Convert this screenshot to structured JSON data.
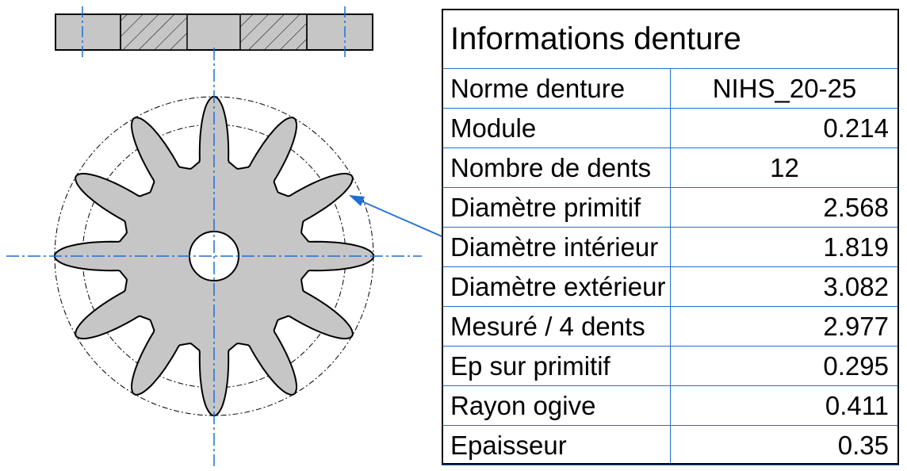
{
  "drawing": {
    "teeth_count": 12
  },
  "table": {
    "title": "Informations denture",
    "rows": [
      {
        "label": "Norme denture",
        "value": "NIHS_20-25",
        "align": "center"
      },
      {
        "label": "Module",
        "value": "0.214",
        "align": "right"
      },
      {
        "label": "Nombre de dents",
        "value": "12",
        "align": "center"
      },
      {
        "label": "Diamètre primitif",
        "value": "2.568",
        "align": "right"
      },
      {
        "label": "Diamètre intérieur",
        "value": "1.819",
        "align": "right"
      },
      {
        "label": "Diamètre extérieur",
        "value": "3.082",
        "align": "right"
      },
      {
        "label": "Mesuré / 4 dents",
        "value": "2.977",
        "align": "right"
      },
      {
        "label": "Ep sur primitif",
        "value": "0.295",
        "align": "right"
      },
      {
        "label": "Rayon ogive",
        "value": "0.411",
        "align": "right"
      },
      {
        "label": "Epaisseur",
        "value": "0.35",
        "align": "right"
      }
    ]
  },
  "colors": {
    "centerline": "#1f6fd0",
    "gear_fill": "#c6c6c6",
    "outline": "#000000"
  }
}
